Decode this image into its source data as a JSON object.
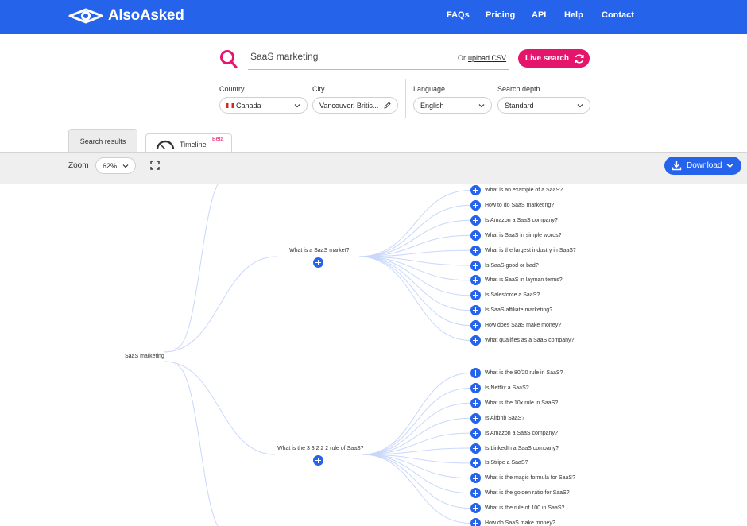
{
  "header": {
    "logo_text": "AlsoAsked",
    "nav": [
      "FAQs",
      "Pricing",
      "API",
      "Help",
      "Contact"
    ]
  },
  "search": {
    "query": "SaaS marketing",
    "or_text": "Or",
    "upload_label": "upload CSV",
    "live_search_label": "Live search"
  },
  "filters": {
    "country_label": "Country",
    "country_value": "Canada",
    "city_label": "City",
    "city_value": "Vancouver, Britis...",
    "language_label": "Language",
    "language_value": "English",
    "depth_label": "Search depth",
    "depth_value": "Standard"
  },
  "tabs": {
    "search_results": "Search results",
    "timeline": "Timeline",
    "beta": "Beta"
  },
  "toolbar": {
    "zoom_label": "Zoom",
    "zoom_value": "62%",
    "download_label": "Download"
  },
  "mindmap": {
    "root": "SaaS marketing",
    "branch1": {
      "label": "What is a SaaS market?",
      "children": [
        "What is an example of a SaaS?",
        "How to do SaaS marketing?",
        "Is Amazon a SaaS company?",
        "What is SaaS in simple words?",
        "What is the largest industry in SaaS?",
        "Is SaaS good or bad?",
        "What is SaaS in layman terms?",
        "Is Salesforce a SaaS?",
        "Is SaaS affiliate marketing?",
        "How does SaaS make money?",
        "What qualifies as a SaaS company?"
      ]
    },
    "branch2": {
      "label": "What is the 3 3 2 2 2 rule of SaaS?",
      "children": [
        "What is the 80/20 rule in SaaS?",
        "Is Netflix a SaaS?",
        "What is the 10x rule in SaaS?",
        "Is Airbnb SaaS?",
        "Is Amazon a SaaS company?",
        "Is LinkedIn a SaaS company?",
        "Is Stripe a SaaS?",
        "What is the magic formula for SaaS?",
        "What is the golden ratio for SaaS?",
        "What is the rule of 100 in SaaS?",
        "How do SaaS make money?"
      ]
    }
  },
  "colors": {
    "brand_blue": "#2563eb",
    "accent_pink": "#e6156c"
  }
}
